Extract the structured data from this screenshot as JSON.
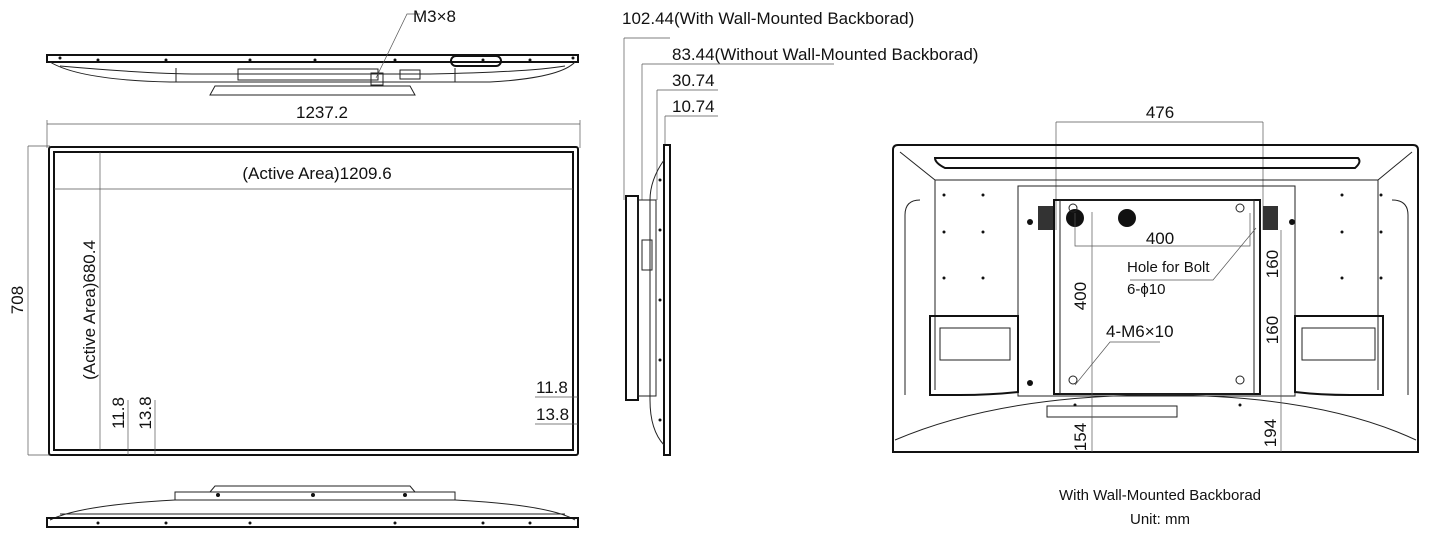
{
  "top_view": {
    "screw_label": "M3×8"
  },
  "front_view": {
    "overall_width": "1237.2",
    "overall_height": "708",
    "active_width": "(Active Area)1209.6",
    "active_height": "(Active Area)680.4",
    "left_border": "11.8",
    "bottom_border_left": "13.8",
    "right_border_top": "11.8",
    "right_border_bottom": "13.8"
  },
  "side_view": {
    "depth_with_backboard": "102.44(With Wall-Mounted Backborad)",
    "depth_without_backboard": "83.44(Without Wall-Mounted Backborad)",
    "depth_30": "30.74",
    "depth_10": "10.74"
  },
  "back_view": {
    "width_476": "476",
    "vesa_width": "400",
    "vesa_height": "400",
    "bolt_hole_label": "Hole for Bolt",
    "bolt_hole_spec": "6-ϕ10",
    "pitch_upper": "160",
    "pitch_lower": "160",
    "screw_spec": "4-M6×10",
    "bottom_left": "154",
    "bottom_right": "194",
    "caption": "With Wall-Mounted Backborad",
    "unit": "Unit: mm"
  }
}
